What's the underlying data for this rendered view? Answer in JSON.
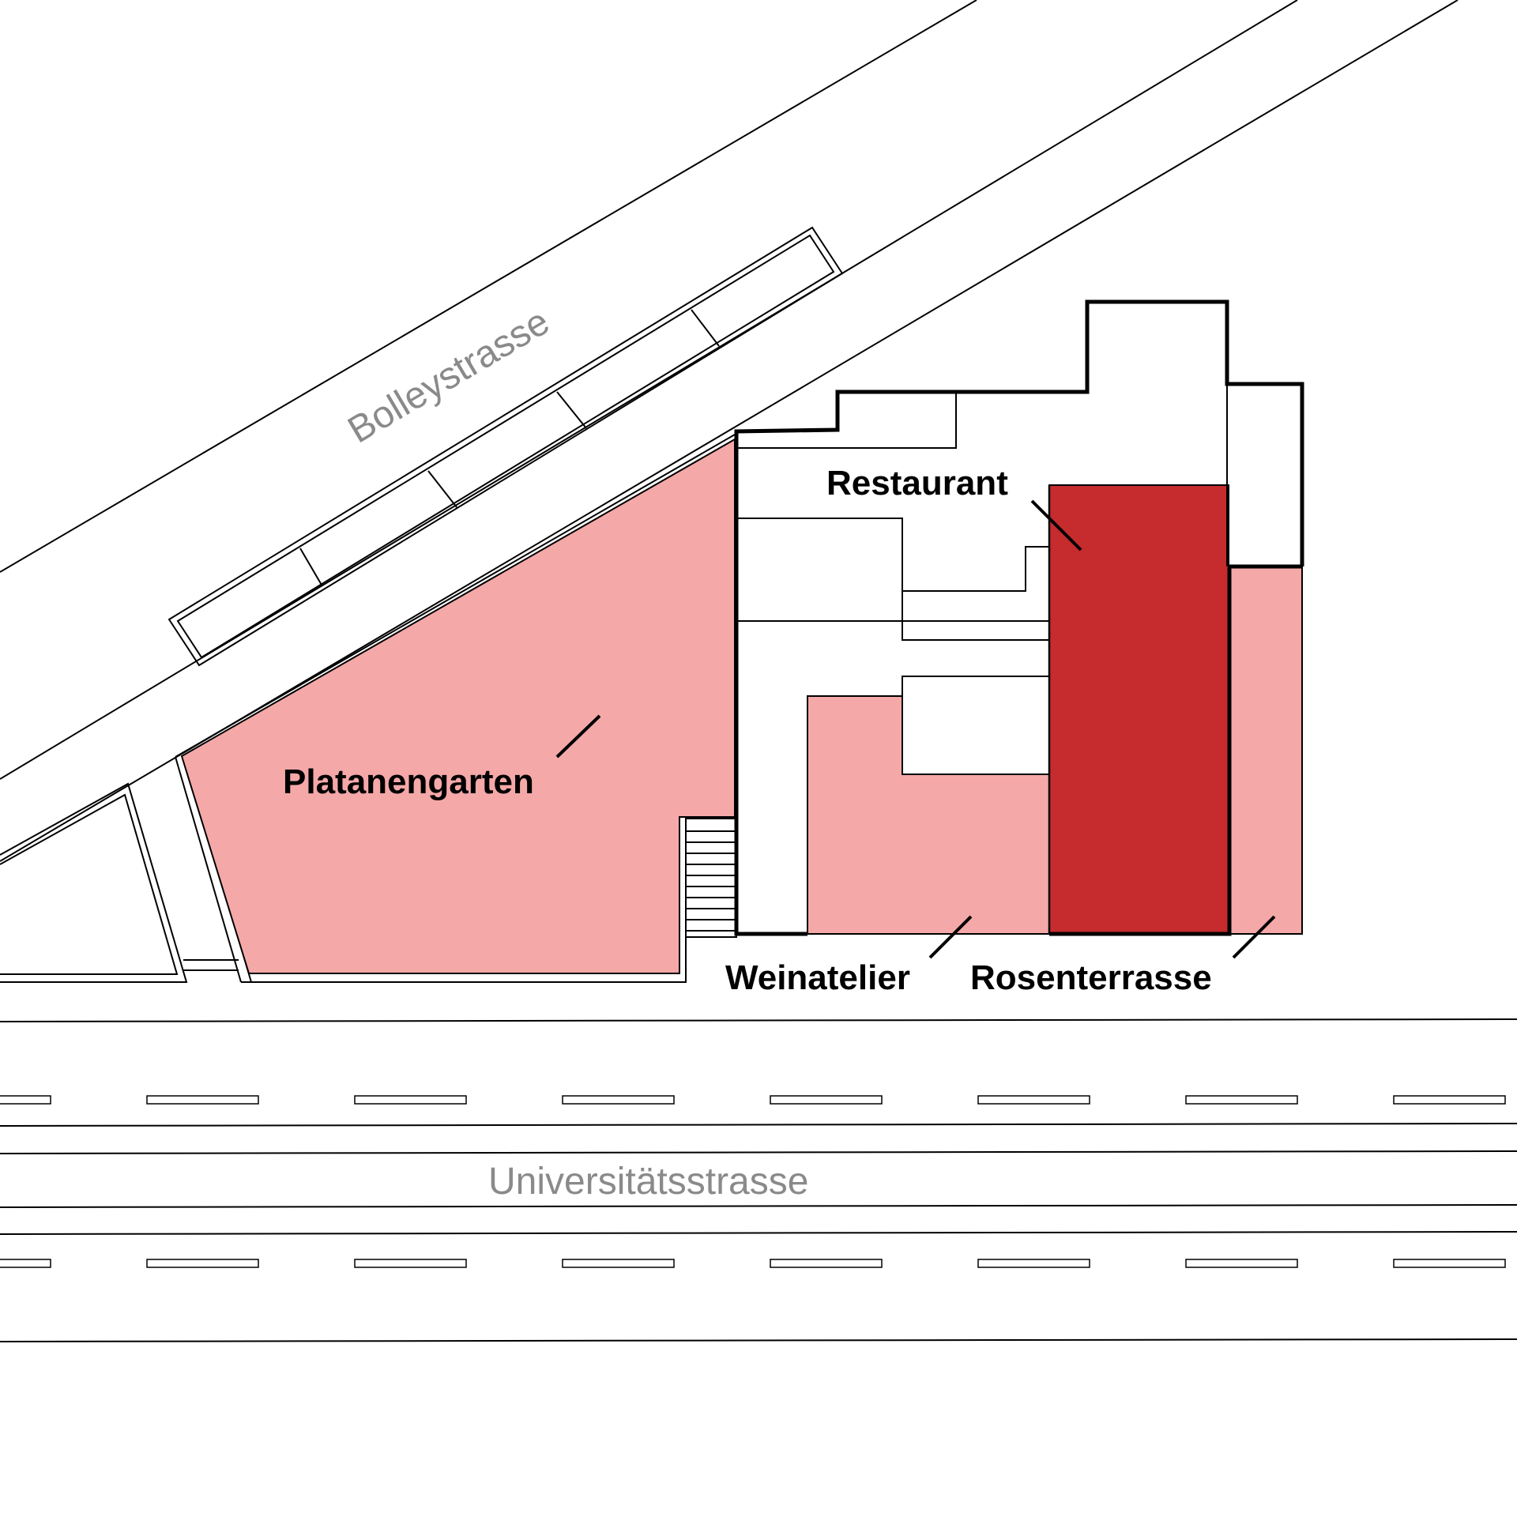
{
  "streets": {
    "bolley": "Bolleystrasse",
    "universitaet": "Universitätsstrasse"
  },
  "zones": {
    "restaurant": "Restaurant",
    "platanengarten": "Platanengarten",
    "weinatelier": "Weinatelier",
    "rosenterrasse": "Rosenterrasse"
  },
  "colors": {
    "zone_light": "#F5A8A8",
    "zone_dark": "#C62B2E",
    "line": "#000000",
    "street_text": "#8A8A8A"
  }
}
